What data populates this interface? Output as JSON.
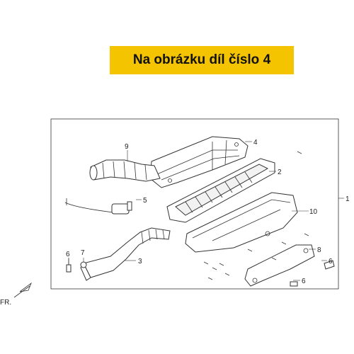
{
  "banner": {
    "text": "Na obrázku díl číslo 4",
    "color": "#f5c400"
  },
  "callouts": {
    "p1": "1",
    "p2": "2",
    "p3": "3",
    "p4": "4",
    "p5": "5",
    "p6a": "6",
    "p6b": "6",
    "p6c": "6",
    "p7": "7",
    "p8": "8",
    "p9": "9",
    "p10": "10"
  },
  "direction_label": "FR."
}
